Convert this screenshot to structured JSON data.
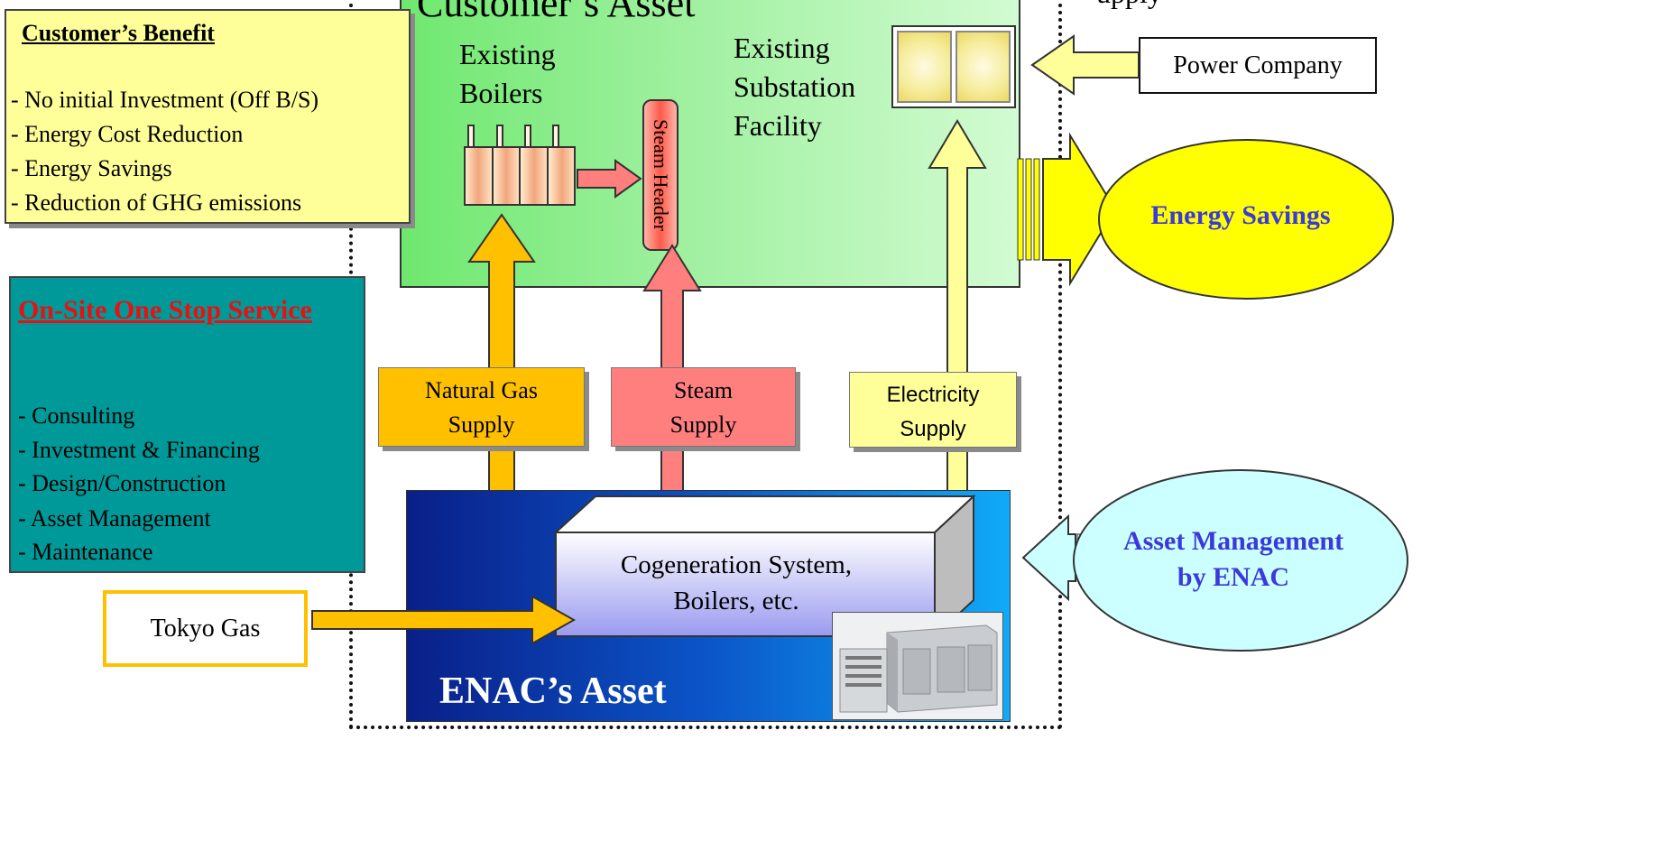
{
  "boundary": {
    "supply_text": "upply"
  },
  "customer_asset": {
    "title": "Customer’s Asset",
    "boilers_label": [
      "Existing",
      "Boilers"
    ],
    "substation_label": [
      "Existing",
      "Substation",
      "Facility"
    ],
    "steam_header": "Steam Header"
  },
  "power_company": "Power Company",
  "energy_savings": "Energy Savings",
  "benefit": {
    "title": "Customer’s Benefit",
    "items": [
      "- No initial Investment (Off B/S)",
      "- Energy Cost Reduction",
      "- Energy Savings",
      "- Reduction of GHG emissions"
    ]
  },
  "service": {
    "title": "On-Site One Stop Service",
    "items": [
      "- Consulting",
      "- Investment & Financing",
      "- Design/Construction",
      "- Asset Management",
      "- Maintenance"
    ]
  },
  "supplies": {
    "gas": [
      "Natural Gas",
      "Supply"
    ],
    "steam": [
      "Steam",
      "Supply"
    ],
    "electricity": [
      "Electricity",
      "Supply"
    ]
  },
  "enac": {
    "label": "ENAC’s Asset",
    "cogen": [
      "Cogeneration System,",
      "Boilers, etc."
    ]
  },
  "tokyo_gas": "Tokyo Gas",
  "asset_management": [
    "Asset Management",
    "by ENAC"
  ],
  "colors": {
    "gas_arrow": "#ffc000",
    "steam_arrow": "#ff7f7f",
    "electricity_arrow": "#ffff99",
    "energy_arrow": "#ffff00",
    "asset_arrow": "#ccffff",
    "service_box": "#009999",
    "benefit_box": "#ffff99",
    "title_red": "#e81010",
    "ellipse_text": "#3a3adc"
  }
}
